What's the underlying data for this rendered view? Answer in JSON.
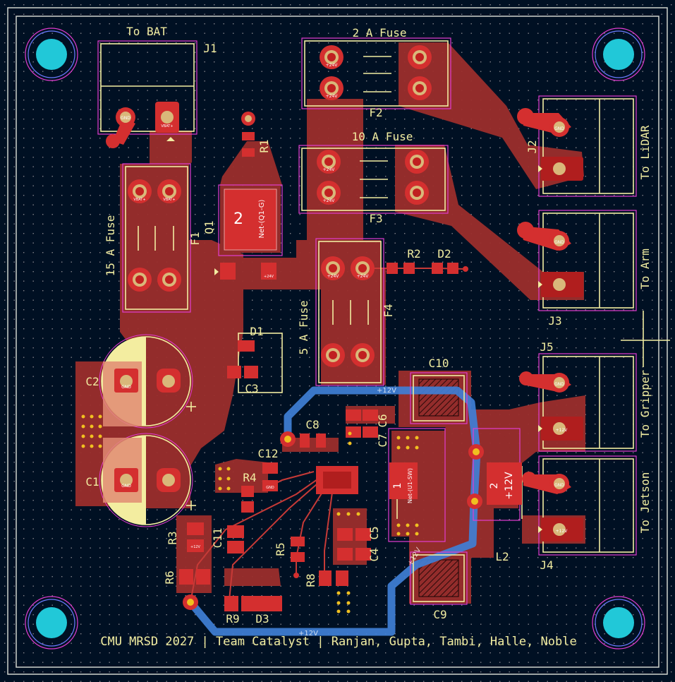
{
  "colors": {
    "background": "#001023",
    "grid_dot": "#84848a",
    "edge": "#d0d2cd",
    "copper_fill": "#9b2e2c",
    "pad": "#d42f2f",
    "pad_dark": "#b01e1e",
    "drill": "#d9b87a",
    "silk": "#f2eda1",
    "courtyard": "#e23cd0",
    "mounting": "#21c8d8",
    "back_trace": "#3f7fd6",
    "via": "#f0c020",
    "fab": "#e8a0a0"
  },
  "designators": {
    "j1": "J1",
    "j2": "J2",
    "j3": "J3",
    "j4": "J4",
    "j5": "J5",
    "f1": "F1",
    "f2": "F2",
    "f3": "F3",
    "f4": "F4",
    "q1": "Q1",
    "r1": "R1",
    "r2": "R2",
    "r3": "R3",
    "r4": "R4",
    "r5": "R5",
    "r6": "R6",
    "r8": "R8",
    "r9": "R9",
    "d1": "D1",
    "d2": "D2",
    "d3": "D3",
    "c1": "C1",
    "c2": "C2",
    "c3": "C3",
    "c4": "C4",
    "c5": "C5",
    "c6": "C6",
    "c7": "C7",
    "c8": "C8",
    "c9": "C9",
    "c10": "C10",
    "c11": "C11",
    "c12": "C12",
    "l2": "L2"
  },
  "labels": {
    "to_bat": "To BAT",
    "fuse_2a": "2 A Fuse",
    "fuse_10a": "10 A Fuse",
    "fuse_15a": "15 A Fuse",
    "fuse_5a": "5 A Fuse",
    "to_lidar": "To LiDAR",
    "to_arm": "To Arm",
    "to_gripper": "To Gripper",
    "to_jetson": "To Jetson",
    "footer": "CMU MRSD 2027 | Team Catalyst | Ranjan, Gupta, Tambi, Halle, Noble"
  },
  "nets": {
    "gnd": "GND",
    "v24": "+24V",
    "v12": "+12V",
    "vbat": "VBAT+",
    "q1_gate": "Net-(Q1-G)",
    "u1_sw": "Net-(U1-SW)"
  },
  "pad_numbers": {
    "one": "1",
    "two": "2"
  }
}
